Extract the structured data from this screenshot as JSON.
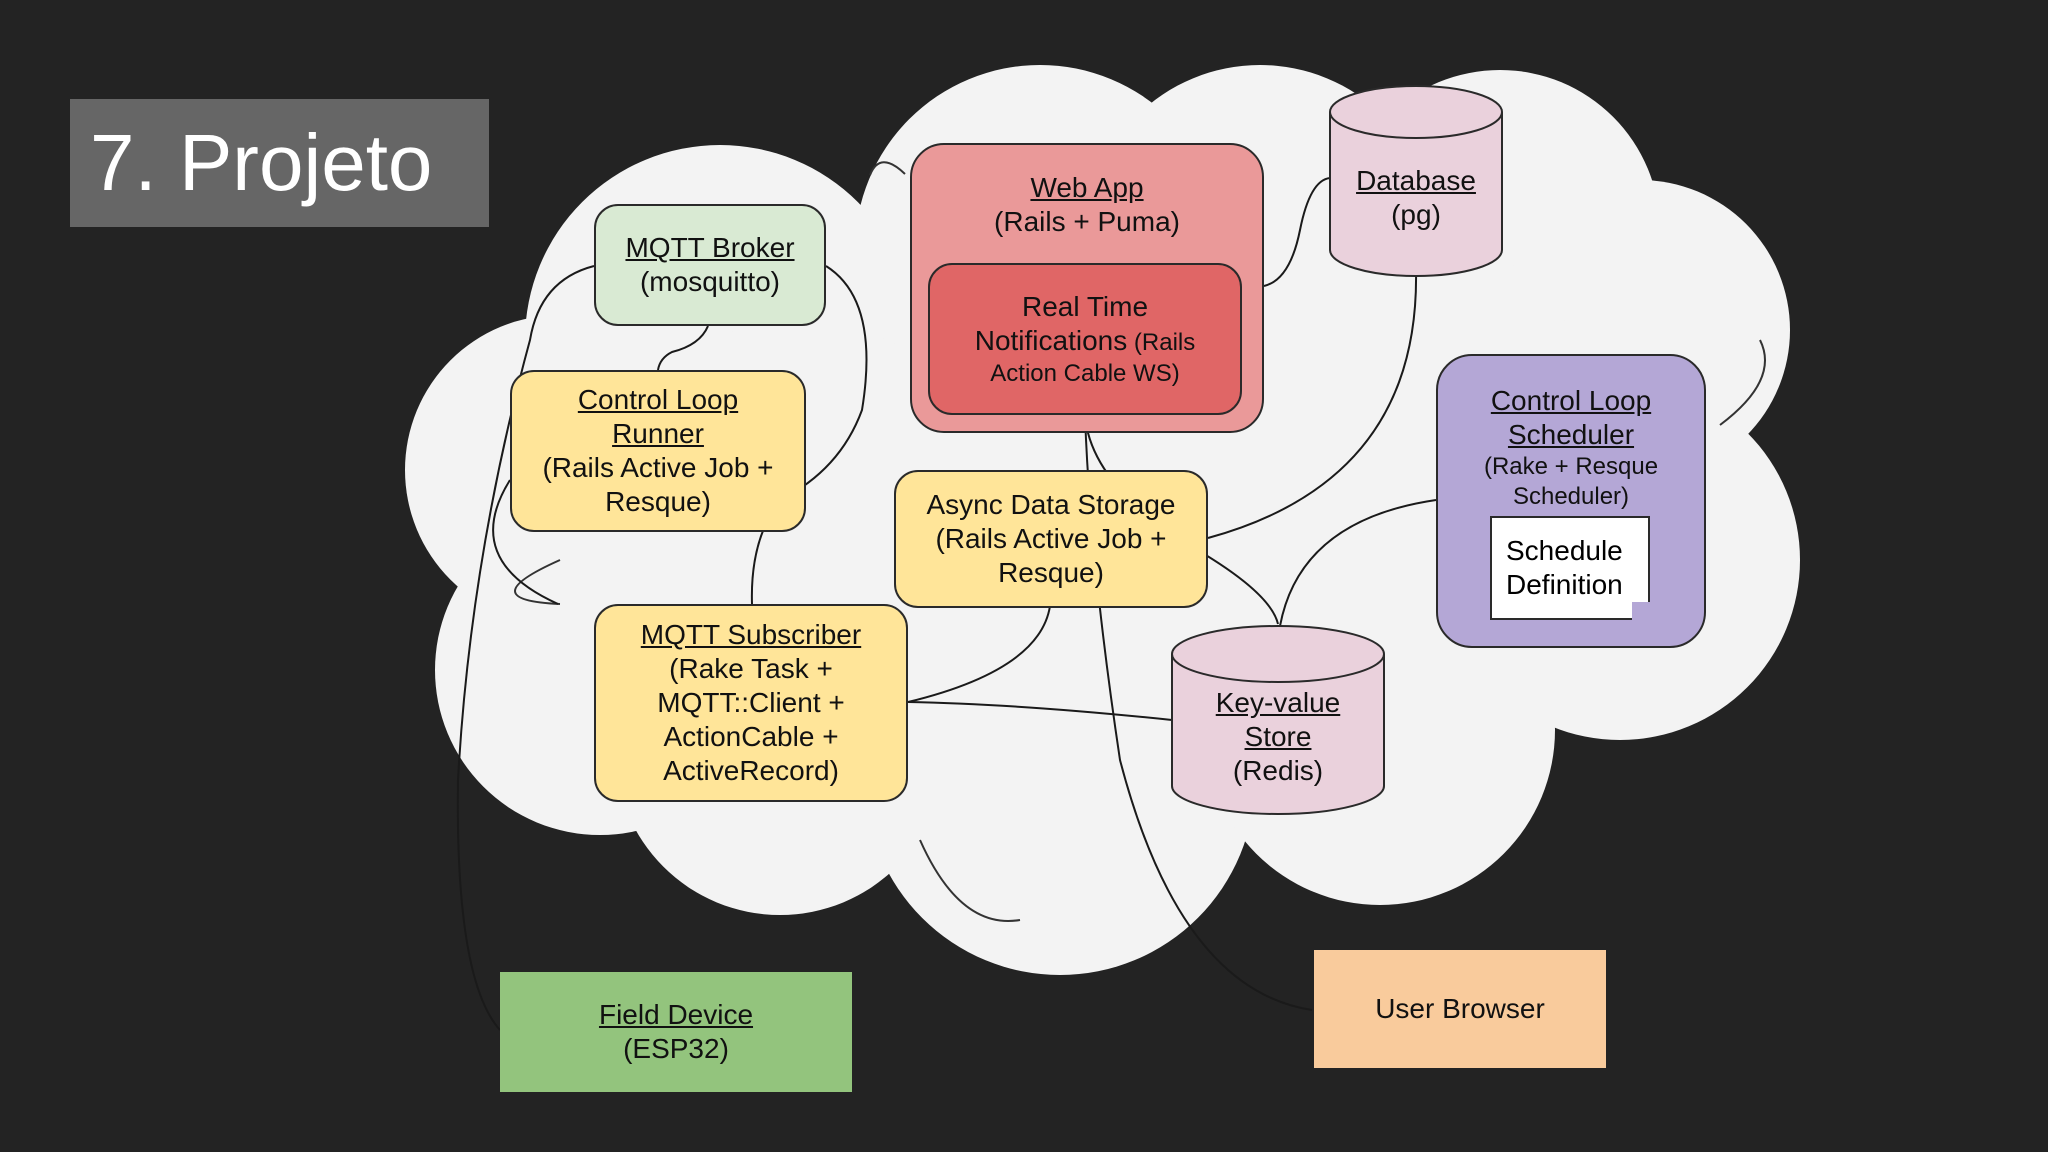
{
  "slide": {
    "title": "7. Projeto"
  },
  "nodes": {
    "mqtt_broker": {
      "name": "MQTT Broker",
      "detail": "(mosquitto)"
    },
    "web_app": {
      "name": "Web App",
      "detail": "(Rails + Puma)"
    },
    "real_time": {
      "line1": "Real Time",
      "line2_main": "Notifications",
      "line2_small": " (Rails",
      "line3_small": "Action Cable WS)"
    },
    "database": {
      "name": "Database",
      "detail": "(pg)"
    },
    "control_loop_runner": {
      "name_line1": "Control Loop",
      "name_line2": "Runner",
      "detail_line1": "(Rails Active Job +",
      "detail_line2": "Resque)"
    },
    "async_data_storage": {
      "line1": "Async Data Storage",
      "line2": "(Rails Active Job +",
      "line3": "Resque)"
    },
    "control_loop_scheduler": {
      "name_line1": "Control Loop",
      "name_line2": "Scheduler",
      "detail_line1": "(Rake + Resque",
      "detail_line2": "Scheduler)"
    },
    "schedule_definition": {
      "line1": "Schedule",
      "line2": "Definition"
    },
    "mqtt_subscriber": {
      "name": "MQTT Subscriber",
      "line2": "(Rake Task +",
      "line3": "MQTT::Client +",
      "line4": "ActionCable +",
      "line5": "ActiveRecord)"
    },
    "key_value_store": {
      "name_line1": "Key-value",
      "name_line2": "Store",
      "detail": "(Redis)"
    },
    "field_device": {
      "name": "Field Device",
      "detail": "(ESP32)"
    },
    "user_browser": {
      "label": "User Browser"
    }
  },
  "colors": {
    "background": "#232323",
    "cloud": "#f3f3f3",
    "title_box": "#666666",
    "green_light": "#d9ead3",
    "yellow": "#ffe599",
    "red_outer": "#ea9999",
    "red_inner": "#e06666",
    "pink_cylinder": "#ead1dc",
    "purple": "#b4a7d6",
    "field_green": "#93c47d",
    "browser_orange": "#f9cb9c"
  }
}
